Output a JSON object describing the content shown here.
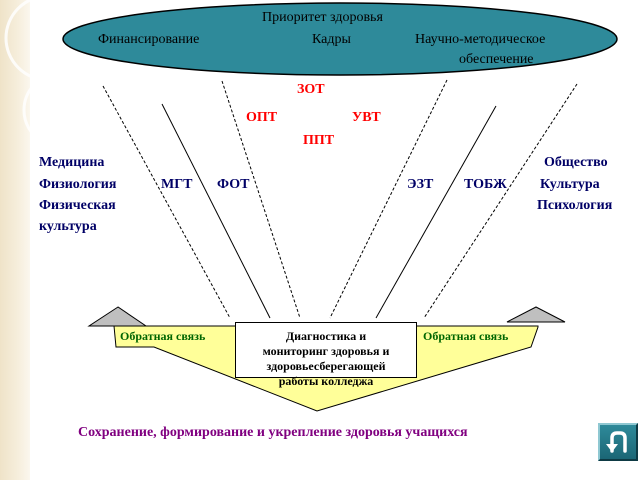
{
  "header": {
    "title": "Приоритет здоровья",
    "items": [
      "Финансирование",
      "Кадры",
      "Научно-методическое",
      "обеспечение"
    ]
  },
  "factors_red": {
    "zot": "ЗОТ",
    "opt": "ОПТ",
    "uvt": "УВТ",
    "ppt": "ППТ"
  },
  "left_group": [
    "Медицина",
    "Физиология",
    "Физическая",
    "культура"
  ],
  "right_group": [
    "Общество",
    "Культура",
    "Психология"
  ],
  "middle_labels": {
    "mgt": "МГТ",
    "fot": "ФОТ",
    "ezt": "ЭЗТ",
    "tobzh": "ТОБЖ"
  },
  "feedback": {
    "left": "Обратная связь",
    "right": "Обратная связь"
  },
  "center_box": {
    "lines": [
      "Диагностика и",
      "мониторинг здоровья и",
      "здоровьесберегающей",
      "работы колледжа"
    ]
  },
  "bottom_text": "Сохранение, формирование и укрепление здоровья учащихся",
  "colors": {
    "ellipse_fill": "#2e8a9a",
    "arrow_fill": "#ffff99",
    "red_text": "#ff0000",
    "navy_text": "#000066",
    "feedback_text": "#006600",
    "bottom_text": "#800080",
    "button_fill": "#1b6675"
  },
  "icons": {
    "back_button": "return-arrow-icon"
  }
}
